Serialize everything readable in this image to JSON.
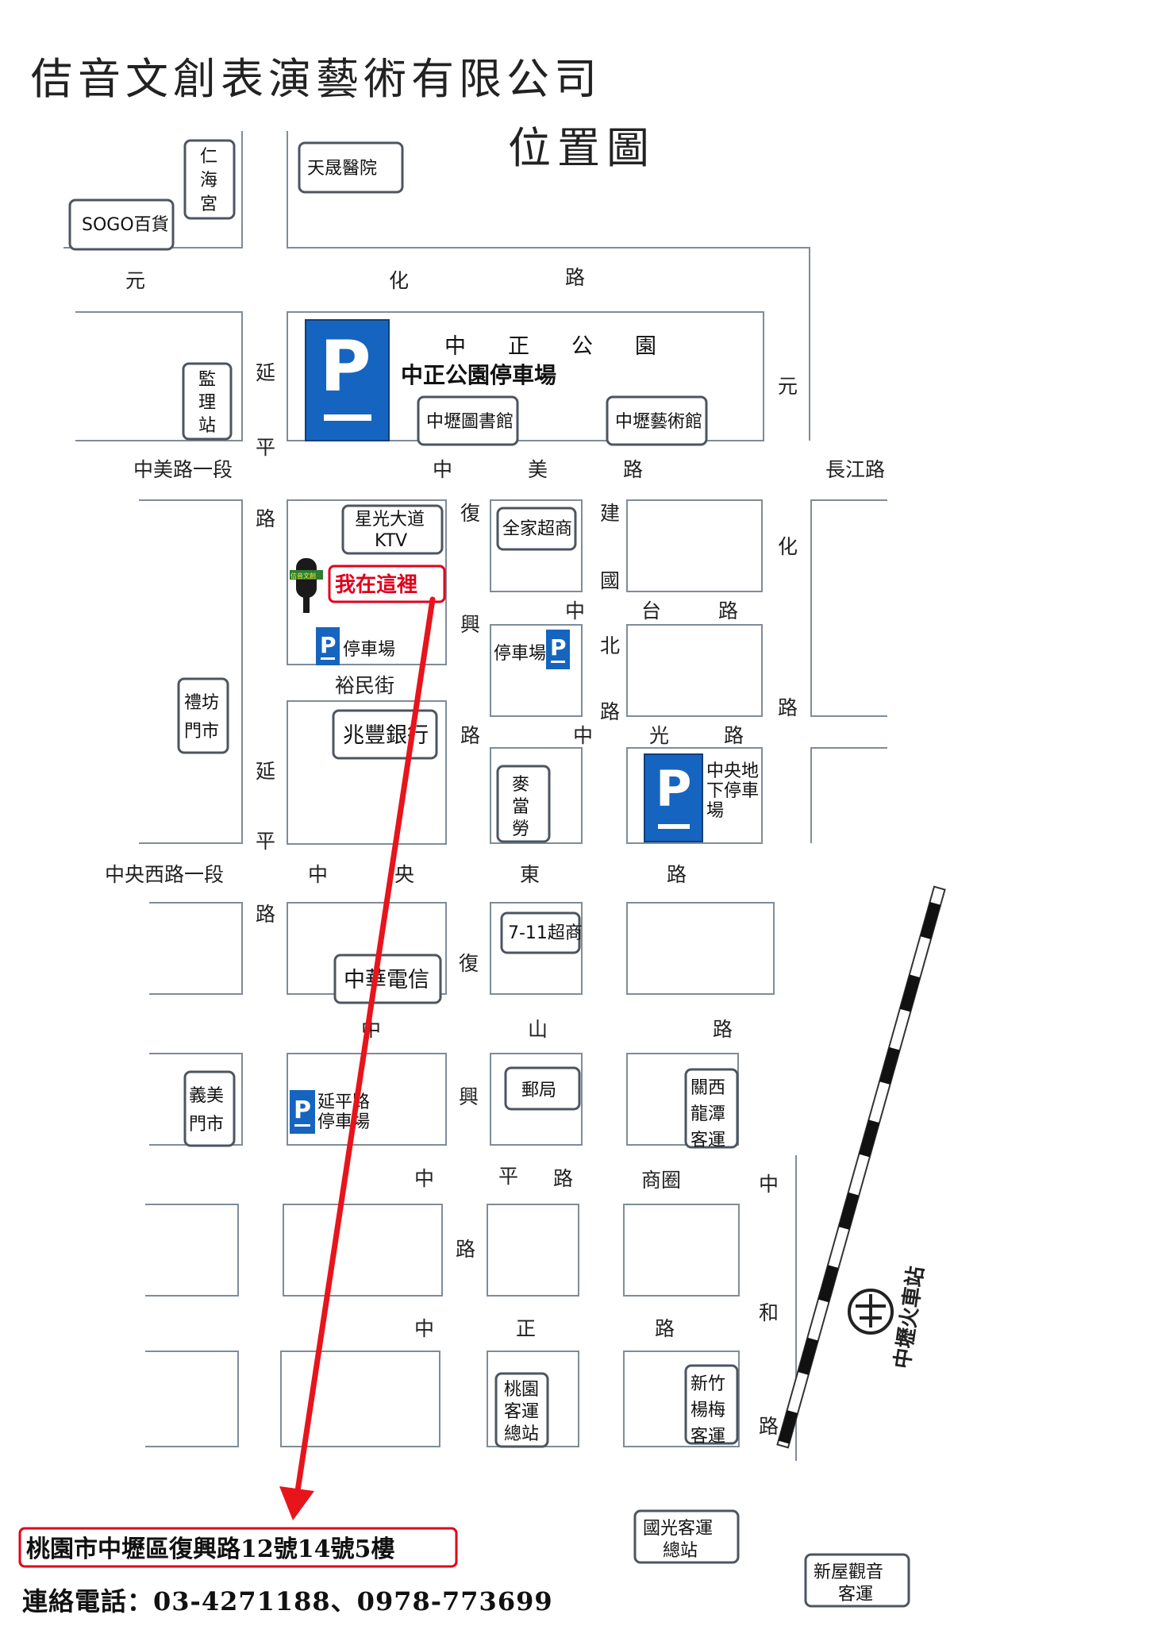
{
  "title": "佶音文創表演藝術有限公司",
  "subtitle": "位置圖",
  "streets": {
    "yuanhua_1": "元",
    "yuanhua_2": "化",
    "yuanhua_3": "路",
    "yuanhua_v1": "元",
    "yuanhua_v2": "化",
    "yuanhua_v3": "路",
    "yanping_1": "延",
    "yanping_2": "平",
    "yanping_3": "路",
    "yanping_4": "延",
    "yanping_5": "平",
    "yanping_6": "路",
    "zhongmei_seg1": "中美路一段",
    "zhongmei_1": "中",
    "zhongmei_2": "美",
    "zhongmei_3": "路",
    "changjiang": "長江路",
    "fuxing_1": "復",
    "fuxing_2": "興",
    "fuxing_3": "路",
    "fuxing_4": "復",
    "fuxing_5": "興",
    "fuxing_6": "路",
    "jianguo_1": "建",
    "jianguo_2": "國",
    "jianguo_3": "北",
    "jianguo_4": "路",
    "zhongtai_1": "中",
    "zhongtai_2": "台",
    "zhongtai_3": "路",
    "yumin": "裕民街",
    "zhongguang_1": "中",
    "zhongguang_2": "光",
    "zhongguang_3": "路",
    "zhongyang_seg1": "中央西路一段",
    "zhongyang_1": "中",
    "zhongyang_2": "央",
    "zhongyang_3": "東",
    "zhongyang_4": "路",
    "zhongshan_1": "中",
    "zhongshan_2": "山",
    "zhongshan_3": "路",
    "zhongping_1": "中",
    "zhongping_2": "平",
    "zhongping_3": "路",
    "shangquan": "商圈",
    "zhongzheng_1": "中",
    "zhongzheng_2": "正",
    "zhongzheng_3": "路",
    "zhonghe_1": "中",
    "zhonghe_2": "和",
    "zhonghe_3": "路"
  },
  "landmarks": {
    "renhai_1": "仁",
    "renhai_2": "海",
    "renhai_3": "宮",
    "sogo": "SOGO百貨",
    "tiansheng": "天晟醫院",
    "jianli_1": "監",
    "jianli_2": "理",
    "jianli_3": "站",
    "park_name_1": "中",
    "park_name_2": "正",
    "park_name_3": "公",
    "park_name_4": "園",
    "park_lot": "中正公園停車場",
    "library": "中壢圖書館",
    "art_center": "中壢藝術館",
    "ktv_1": "星光大道",
    "ktv_2": "KTV",
    "familymart": "全家超商",
    "here": "我在這裡",
    "logo_text": "佶音文創",
    "parking_1": "停車場",
    "parking_2": "停車場",
    "lifang_1": "禮坊",
    "lifang_2": "門市",
    "hsbc": "兆豐銀行",
    "mcd_1": "麥",
    "mcd_2": "當",
    "mcd_3": "勞",
    "central_parking_1": "中央地",
    "central_parking_2": "下停車",
    "central_parking_3": "場",
    "seven": "7-11超商",
    "cht": "中華電信",
    "yimei_1": "義美",
    "yimei_2": "門市",
    "yanping_parking_1": "延平路",
    "yanping_parking_2": "停車場",
    "post": "郵局",
    "guanxi_1": "關西",
    "guanxi_2": "龍潭",
    "guanxi_3": "客運",
    "taoyuan_bus_1": "桃園",
    "taoyuan_bus_2": "客運",
    "taoyuan_bus_3": "總站",
    "hsinchu_bus_1": "新竹",
    "hsinchu_bus_2": "楊梅",
    "hsinchu_bus_3": "客運",
    "kuokuang_1": "國光客運",
    "kuokuang_2": "總站",
    "xinwu_1": "新屋觀音",
    "xinwu_2": "客運",
    "station": "中壢火車站",
    "parking_letter": "P"
  },
  "address": "桃園市中壢區復興路12號14號5樓",
  "phone": "連絡電話：03-4271188、0978-773699",
  "colors": {
    "parking_blue": "#1565c0",
    "arrow_red": "#e8141c",
    "border_gray": "#4d5560"
  }
}
